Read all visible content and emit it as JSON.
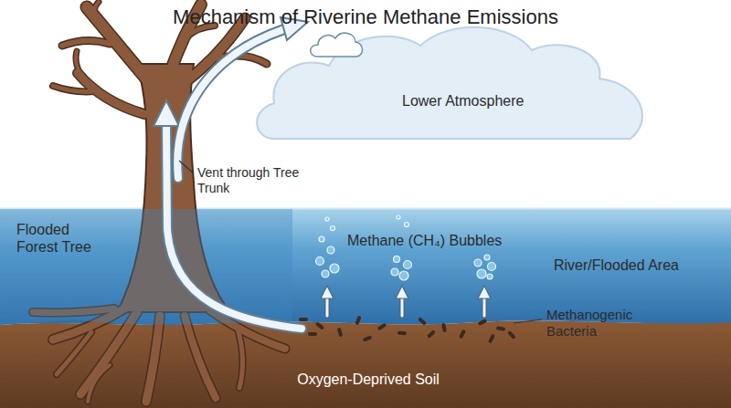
{
  "diagram": {
    "title": "Mechanism of Riverine Methane Emissions",
    "labels": [
      "Lower Atmosphere",
      "Vent through Tree Trunk",
      "Flooded Forest Tree",
      "Methane (CH₄) Bubbles",
      "River/Flooded Area",
      "Methanogenic Bacteria",
      "Oxygen-Deprived Soil"
    ]
  }
}
